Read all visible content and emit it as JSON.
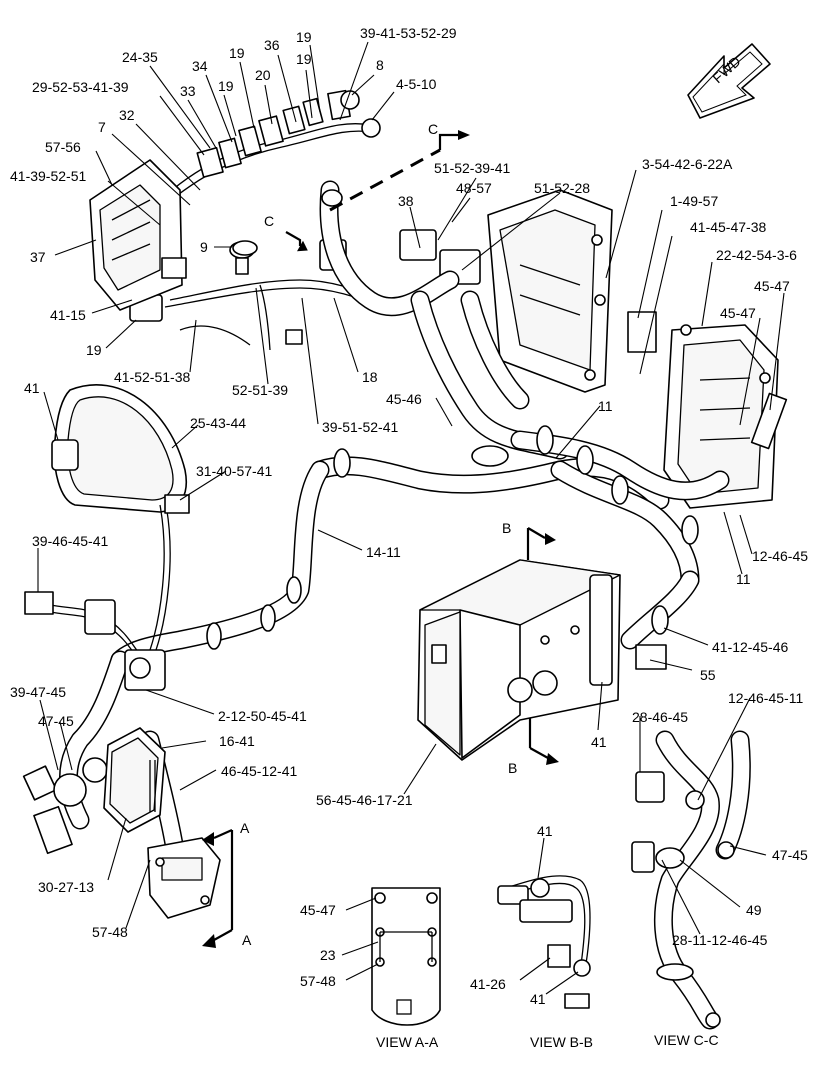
{
  "compass": {
    "label": "FWD"
  },
  "callouts": [
    "39-41-53-52-29",
    "19",
    "36",
    "19",
    "24-35",
    "34",
    "20",
    "19",
    "8",
    "29-52-53-41-39",
    "33",
    "19",
    "4-5-10",
    "7",
    "32",
    "57-56",
    "41-39-52-51",
    "37",
    "9",
    "38",
    "51-52-39-41",
    "48-57",
    "51-52-28",
    "3-54-42-6-22A",
    "1-49-57",
    "41-45-47-38",
    "22-42-54-3-6",
    "45-47",
    "45-47",
    "41-15",
    "19",
    "41-52-51-38",
    "52-51-39",
    "18",
    "39-51-52-41",
    "45-46",
    "11",
    "41",
    "25-43-44",
    "31-40-57-41",
    "14-11",
    "12-46-45",
    "11",
    "39-46-45-41",
    "41-12-45-46",
    "55",
    "2-12-50-45-41",
    "39-47-45",
    "47-45",
    "16-41",
    "46-45-12-41",
    "12-46-45-11",
    "28-46-45",
    "41",
    "56-45-46-17-21",
    "47-45",
    "49",
    "30-27-13",
    "57-48",
    "28-11-12-46-45",
    "45-47",
    "23",
    "57-48",
    "41",
    "41-26",
    "41"
  ],
  "section_markers": {
    "a": "A",
    "b": "B",
    "c": "C"
  },
  "views": {
    "a": "VIEW A-A",
    "b": "VIEW B-B",
    "c": "VIEW C-C"
  }
}
